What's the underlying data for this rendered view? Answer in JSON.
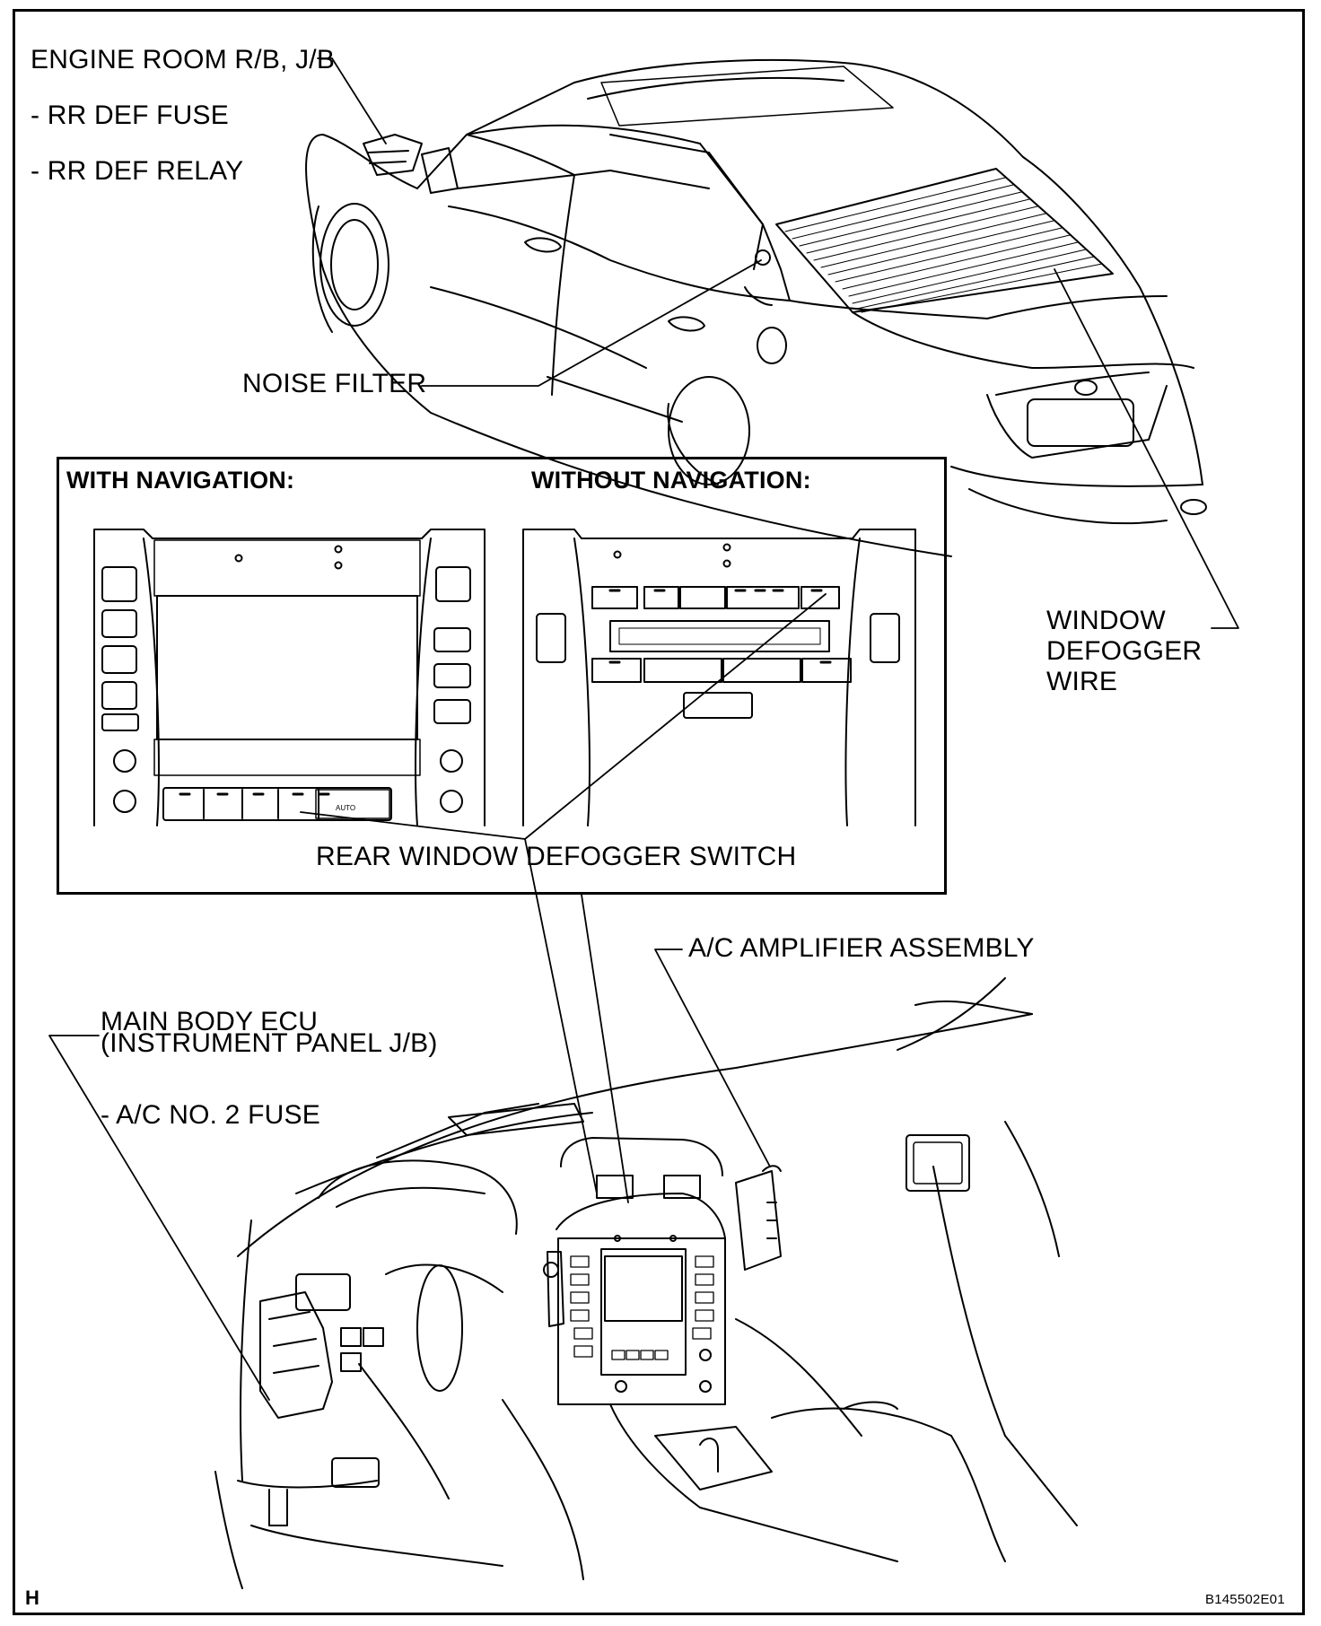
{
  "labels": {
    "engine_room": "ENGINE ROOM R/B, J/B",
    "rr_def_fuse": "- RR DEF FUSE",
    "rr_def_relay": "- RR DEF RELAY",
    "noise_filter": "NOISE FILTER",
    "with_nav": "WITH NAVIGATION:",
    "without_nav": "WITHOUT NAVIGATION:",
    "window_defogger": "WINDOW",
    "window_defogger_2": "DEFOGGER",
    "window_defogger_3": "WIRE",
    "rear_switch": "REAR WINDOW DEFOGGER SWITCH",
    "ac_amp": "A/C AMPLIFIER ASSEMBLY",
    "main_body_ecu": "MAIN BODY ECU",
    "instrument_jb": "(INSTRUMENT PANEL J/B)",
    "ac_fuse": "- A/C NO. 2 FUSE",
    "corner_letter": "H",
    "figure_code": "B145502E01",
    "auto_text": "AUTO"
  },
  "colors": {
    "line": "#000000",
    "background": "#ffffff"
  }
}
